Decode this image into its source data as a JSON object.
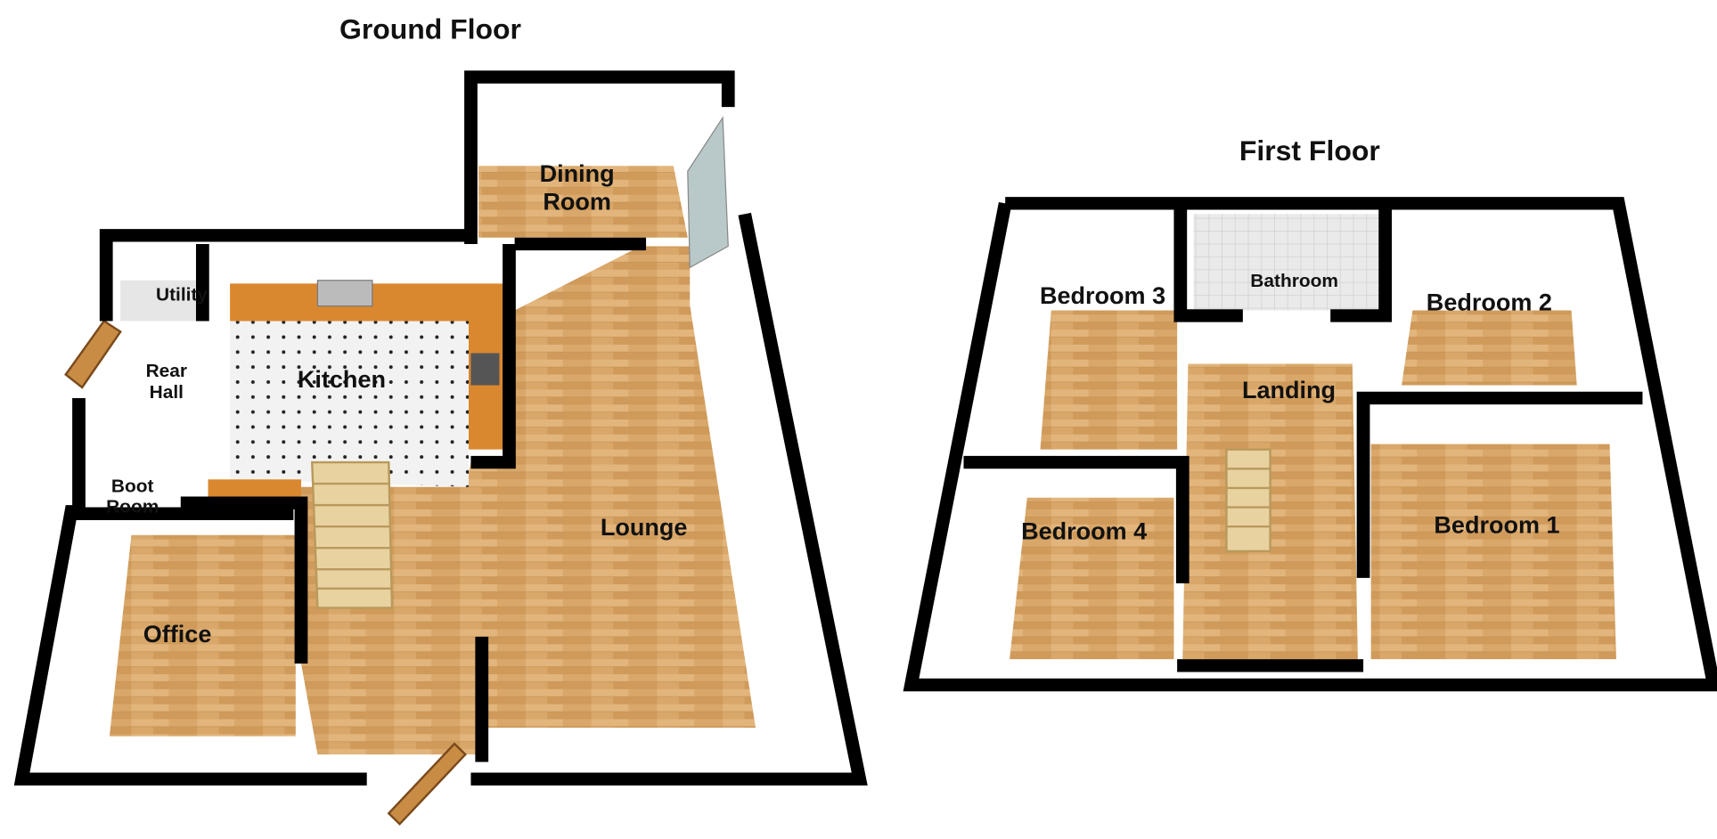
{
  "ground_floor": {
    "title": "Ground Floor",
    "rooms": {
      "dining_line1": "Dining",
      "dining_line2": "Room",
      "utility": "Utility",
      "kitchen": "Kitchen",
      "rear_line1": "Rear",
      "rear_line2": "Hall",
      "boot_line1": "Boot",
      "boot_line2": "Room",
      "lounge": "Lounge",
      "office": "Office"
    }
  },
  "first_floor": {
    "title": "First Floor",
    "rooms": {
      "bathroom": "Bathroom",
      "bedroom3": "Bedroom 3",
      "bedroom2": "Bedroom 2",
      "landing": "Landing",
      "bedroom4": "Bedroom 4",
      "bedroom1": "Bedroom 1"
    }
  },
  "colors": {
    "wood": "#d8a667",
    "wall": "#000000",
    "counter": "#d9882f"
  }
}
